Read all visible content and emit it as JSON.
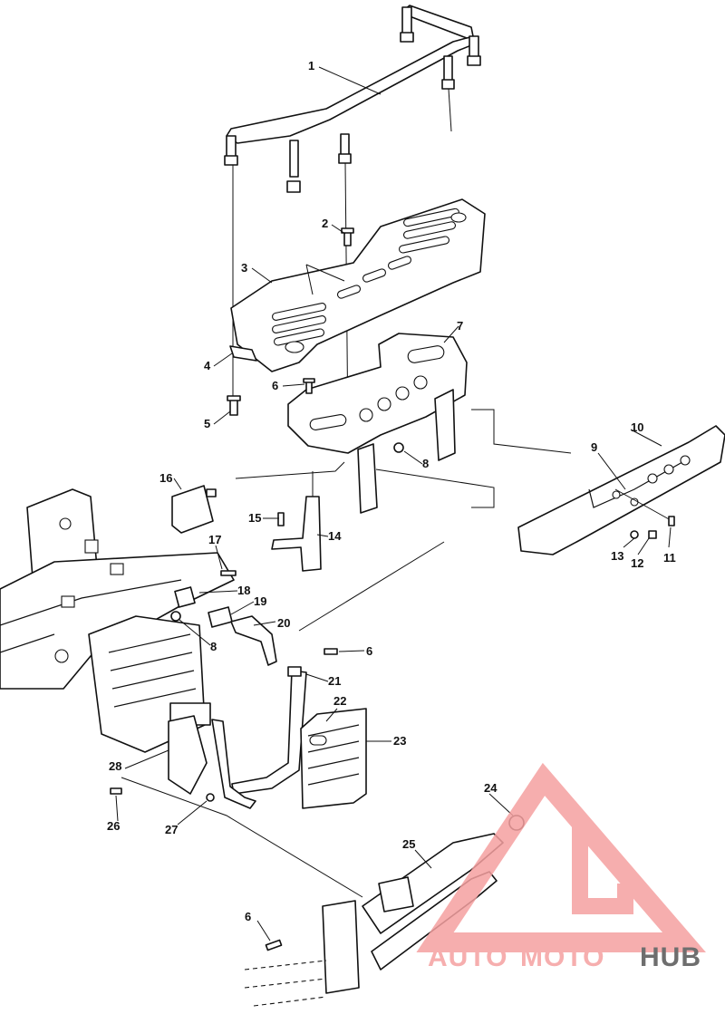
{
  "callouts": [
    "1",
    "2",
    "3",
    "4",
    "5",
    "6",
    "7",
    "8",
    "9",
    "10",
    "11",
    "12",
    "13",
    "14",
    "15",
    "16",
    "17",
    "18",
    "19",
    "20",
    "21",
    "22",
    "23",
    "24",
    "25",
    "26",
    "27",
    "28"
  ],
  "watermark": {
    "text_a": "AUTO",
    "text_b": "MOTO",
    "text_c": "HUB",
    "color_accent": "#f5a0a0",
    "color_dark": "#555555"
  }
}
